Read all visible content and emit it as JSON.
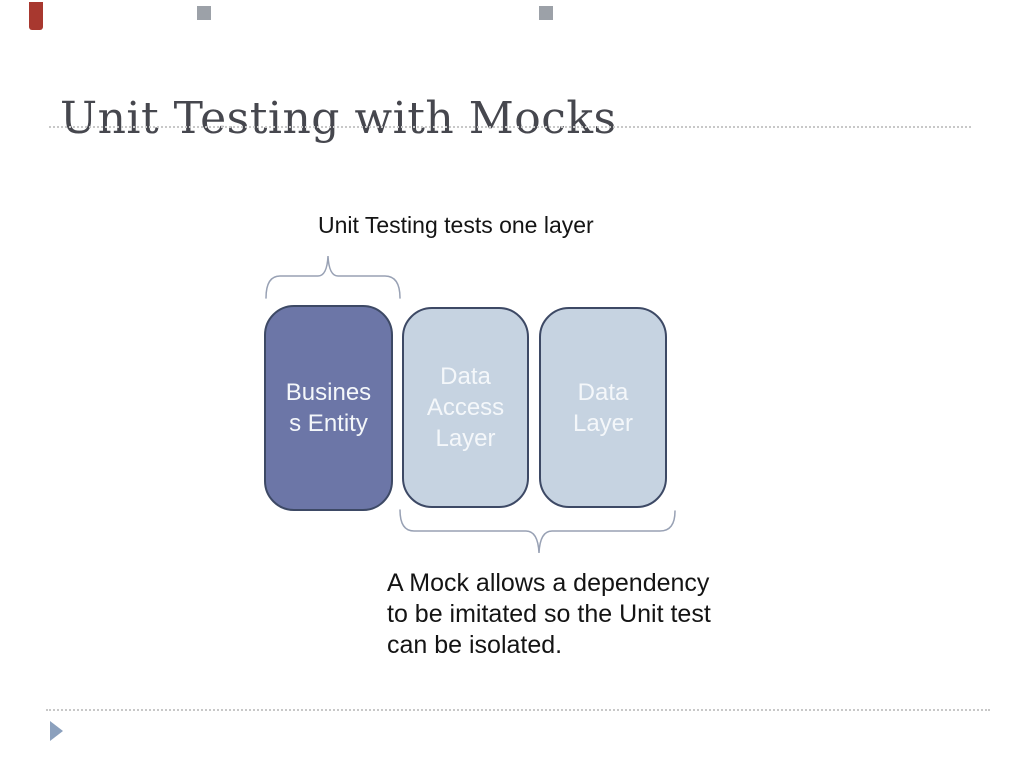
{
  "slide": {
    "title": "Unit Testing with Mocks",
    "top_caption": "Unit Testing tests one layer",
    "boxes": [
      {
        "lines": [
          "Busines",
          "s Entity"
        ]
      },
      {
        "lines": [
          "Data",
          "Access",
          "Layer"
        ]
      },
      {
        "lines": [
          "Data",
          "Layer"
        ]
      }
    ],
    "mock_note_lines": [
      "A Mock allows a dependency",
      "to be imitated so the Unit test",
      "can be isolated."
    ],
    "colors": {
      "entity_box_fill": "#6C76A7",
      "layer_box_fill": "#C6D3E1",
      "box_border": "#3D4965",
      "box_text": "#F4F7FA",
      "title_text": "#46474E",
      "body_text": "#141414",
      "brace_stroke": "#98A1B4",
      "divider_dotted": "#C8C8C8",
      "theme_tab_red": "#A8382F",
      "theme_square_gray": "#9CA1A8",
      "footer_arrow_blue": "#8BA0BD"
    },
    "icons": {
      "footer_arrow": "play-arrow-icon",
      "brace_top": "curly-brace-up",
      "brace_bottom": "curly-brace-down"
    }
  }
}
